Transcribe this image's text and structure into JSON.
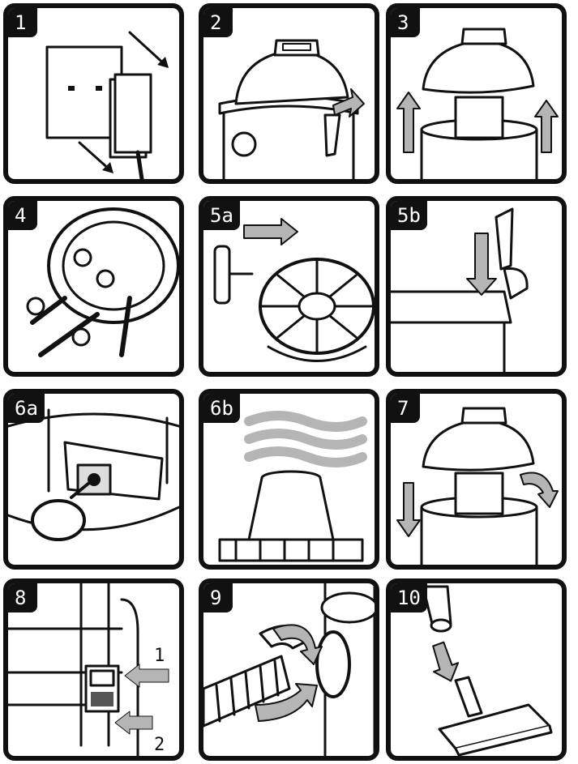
{
  "steps": [
    {
      "label": "1",
      "icon": "unplug-icon"
    },
    {
      "label": "2",
      "icon": "release-clip-icon"
    },
    {
      "label": "3",
      "icon": "lift-head-icon"
    },
    {
      "label": "4",
      "icon": "attach-castors-icon"
    },
    {
      "label": "5a",
      "icon": "fit-filter-icon"
    },
    {
      "label": "5b",
      "icon": "fit-clip-icon"
    },
    {
      "label": "6a",
      "icon": "insert-bag-icon"
    },
    {
      "label": "6b",
      "icon": "clean-filter-icon"
    },
    {
      "label": "7",
      "icon": "refit-head-icon"
    },
    {
      "label": "8",
      "icon": "accessory-slot-icon"
    },
    {
      "label": "9",
      "icon": "attach-hose-icon"
    },
    {
      "label": "10",
      "icon": "fit-nozzle-icon"
    }
  ],
  "panel8_marks": [
    "1",
    "2"
  ],
  "colors": {
    "frame": "#111111",
    "arrow": "#b5b5b5",
    "paper": "#ffffff"
  }
}
